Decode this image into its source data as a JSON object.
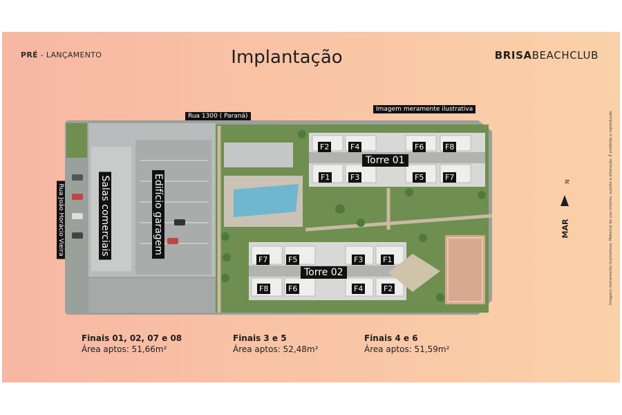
{
  "header": {
    "badge_bold": "PRÉ",
    "badge_rest": " - LANÇAMENTO",
    "title": "Implantação",
    "logo_bold": "BRISA",
    "logo_rest": "BEACHCLUB"
  },
  "labels": {
    "street_top": "Rua 1300 ( Paraná)",
    "note": "Imagem meramente ilustrativa",
    "street_left": "Rua João Horácio Vieira",
    "commercial": "Salas comerciais",
    "garage": "Edifício garagem",
    "tower1": "Torre 01",
    "tower2": "Torre 02",
    "compass_n": "N",
    "compass_mar": "MAR",
    "disclaimer": "Imagens meramente ilustrativas. Material de uso interno, sujeito a alteração. É proibida a reprodução."
  },
  "units": {
    "t1_f2": "F2",
    "t1_f4": "F4",
    "t1_f6": "F6",
    "t1_f8": "F8",
    "t1_f1": "F1",
    "t1_f3": "F3",
    "t1_f5": "F5",
    "t1_f7": "F7",
    "t2_f7": "F7",
    "t2_f5": "F5",
    "t2_f3": "F3",
    "t2_f1": "F1",
    "t2_f8": "F8",
    "t2_f6": "F6",
    "t2_f4": "F4",
    "t2_f2": "F2"
  },
  "finals": [
    {
      "heading": "Finais 01, 02, 07 e 08",
      "area": "Área aptos: 51,66m²"
    },
    {
      "heading": "Finais 3 e 5",
      "area": "Área aptos: 52,48m²"
    },
    {
      "heading": "Finais 4 e 6",
      "area": "Área aptos: 51,59m²"
    }
  ],
  "colors": {
    "panel_start": "#f7b7a3",
    "panel_end": "#fad1a8",
    "grass": "#6e8f4f",
    "pavement": "#b9bcbc",
    "pool": "#6fb6cf",
    "label_bg": "#111111"
  }
}
